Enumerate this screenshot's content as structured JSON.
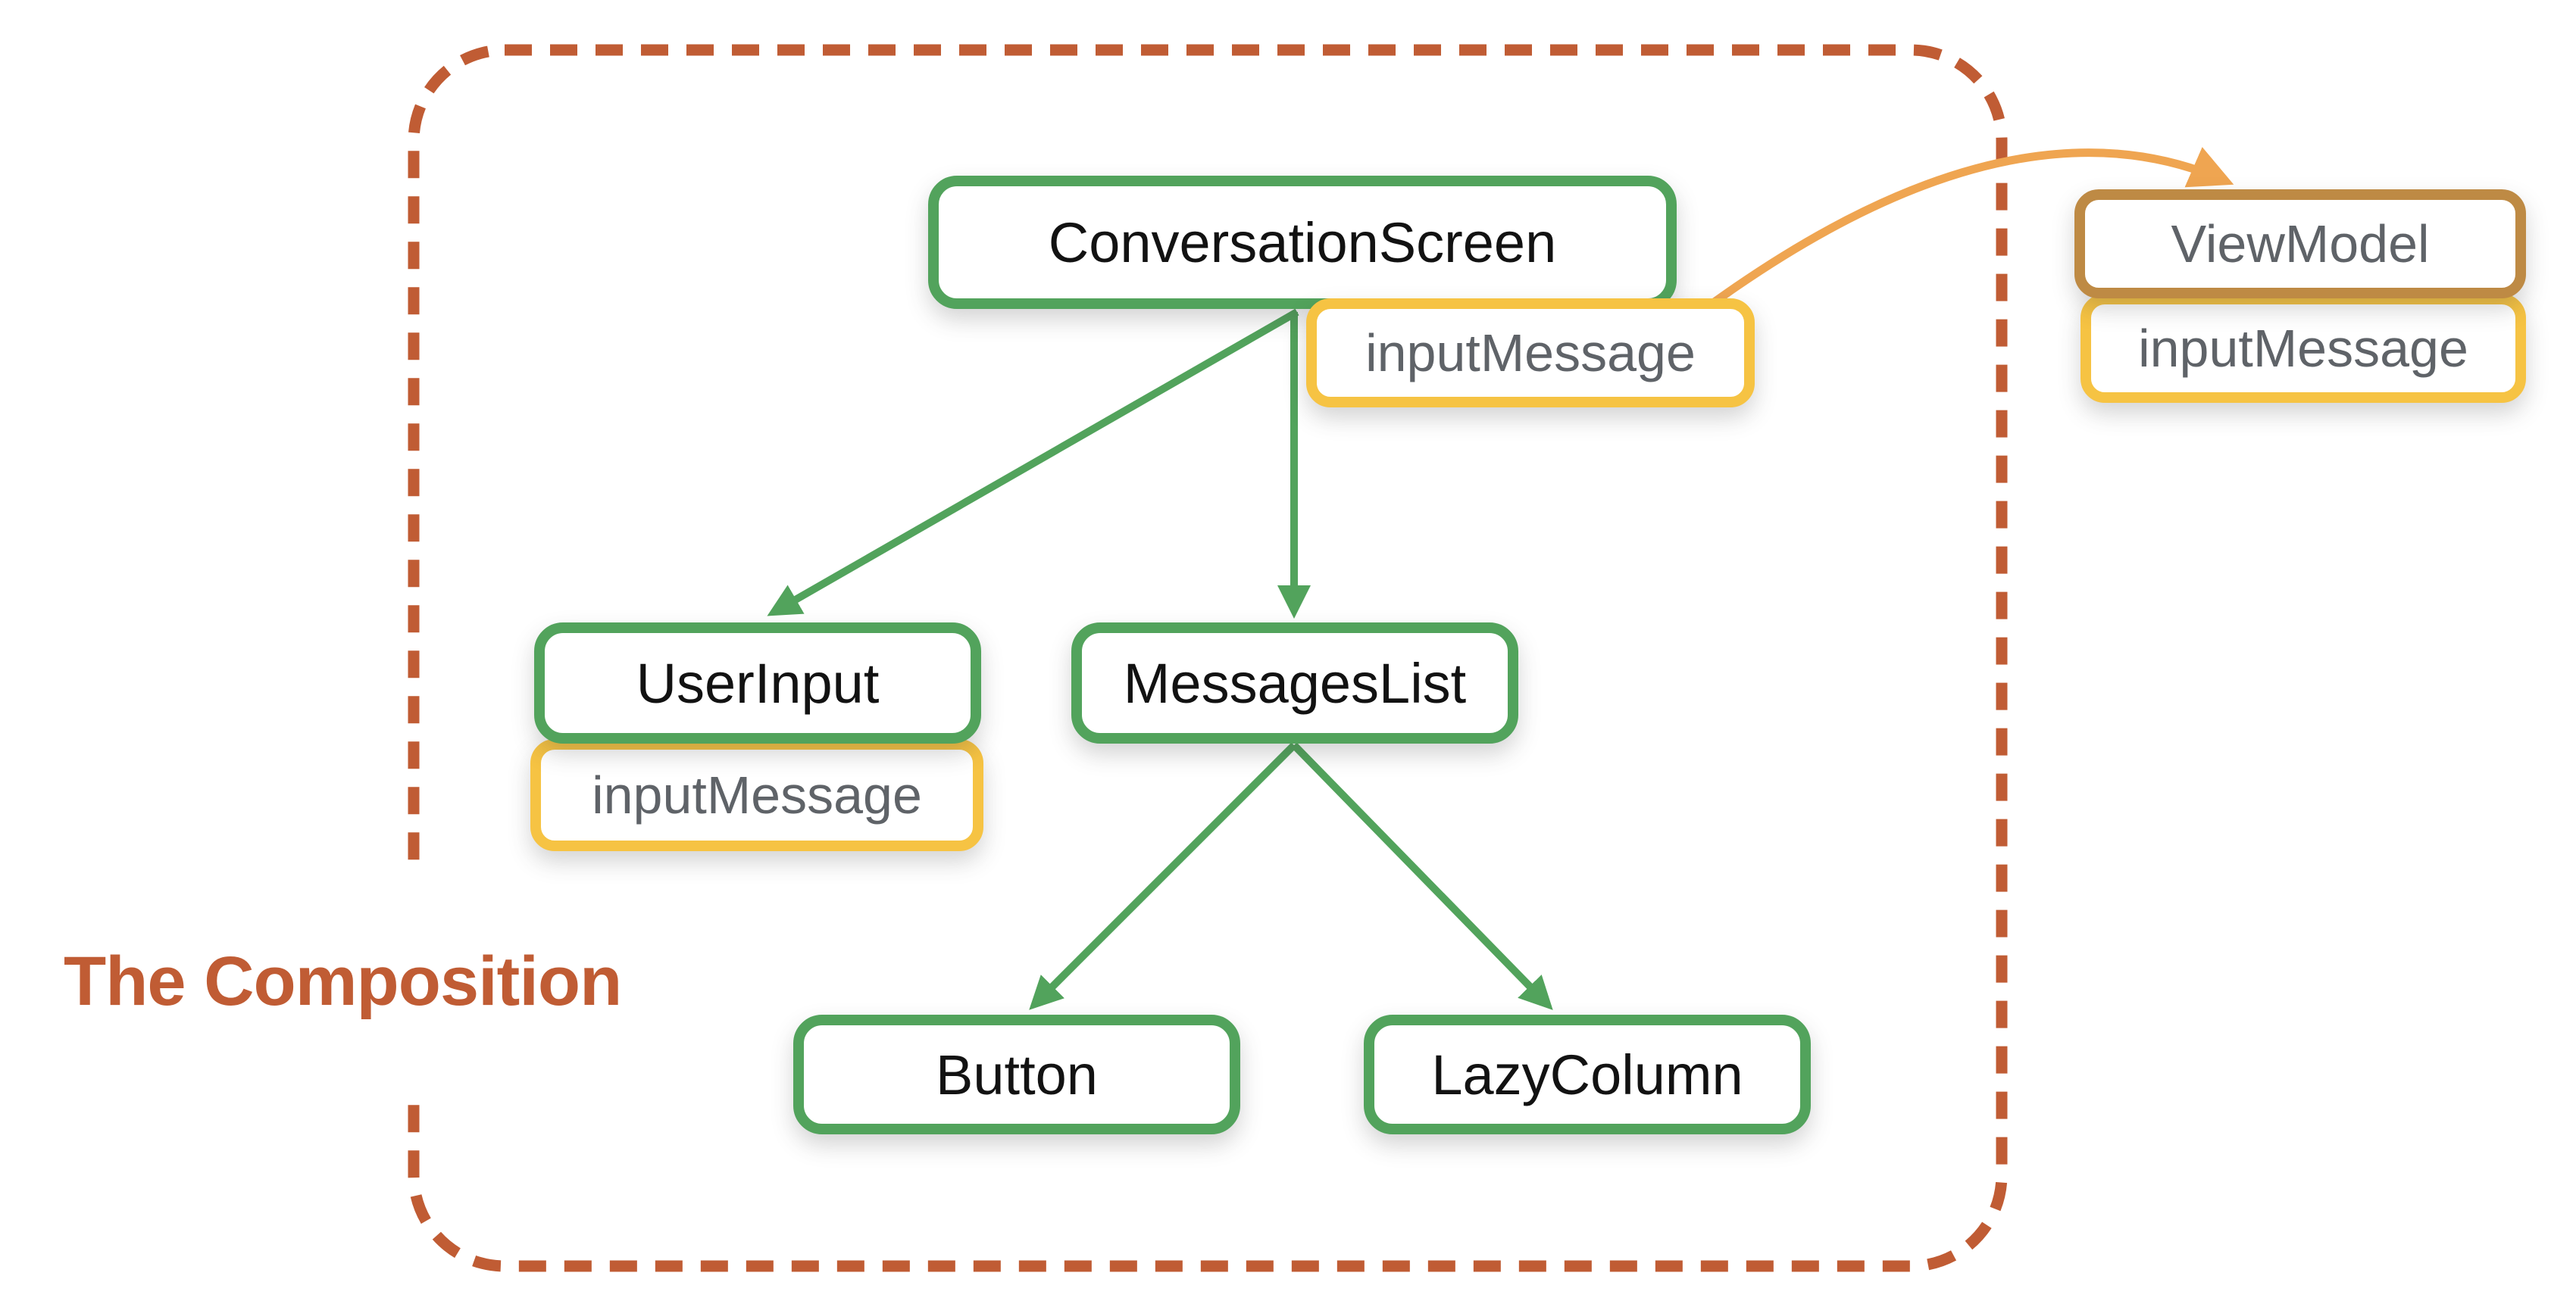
{
  "title": {
    "text": "The Composition"
  },
  "colors": {
    "composable_border": "#52A35C",
    "state_border": "#F6C343",
    "viewmodel_border": "#BE8A44",
    "boundary": "#C05C34",
    "arrow_green": "#52A35C",
    "arrow_orange": "#EFA551",
    "label_dark": "#121212",
    "label_gray": "#5F6368",
    "canvas_bg": "#FFFFFF"
  },
  "nodes": {
    "conversation_screen": {
      "label": "ConversationScreen",
      "type": "composable"
    },
    "conversation_screen_state": {
      "label": "inputMessage",
      "type": "state"
    },
    "view_model": {
      "label": "ViewModel",
      "type": "viewmodel"
    },
    "view_model_state": {
      "label": "inputMessage",
      "type": "state"
    },
    "user_input": {
      "label": "UserInput",
      "type": "composable"
    },
    "user_input_state": {
      "label": "inputMessage",
      "type": "state"
    },
    "messages_list": {
      "label": "MessagesList",
      "type": "composable"
    },
    "button": {
      "label": "Button",
      "type": "composable"
    },
    "lazy_column": {
      "label": "LazyColumn",
      "type": "composable"
    }
  },
  "edges": [
    {
      "from": "ConversationScreen",
      "to": "UserInput",
      "kind": "composition-arrow"
    },
    {
      "from": "ConversationScreen",
      "to": "MessagesList",
      "kind": "composition-arrow"
    },
    {
      "from": "MessagesList",
      "to": "Button",
      "kind": "composition-arrow"
    },
    {
      "from": "MessagesList",
      "to": "LazyColumn",
      "kind": "composition-arrow"
    },
    {
      "from": "ConversationScreen",
      "to": "ViewModel",
      "kind": "reference-arrow"
    }
  ]
}
